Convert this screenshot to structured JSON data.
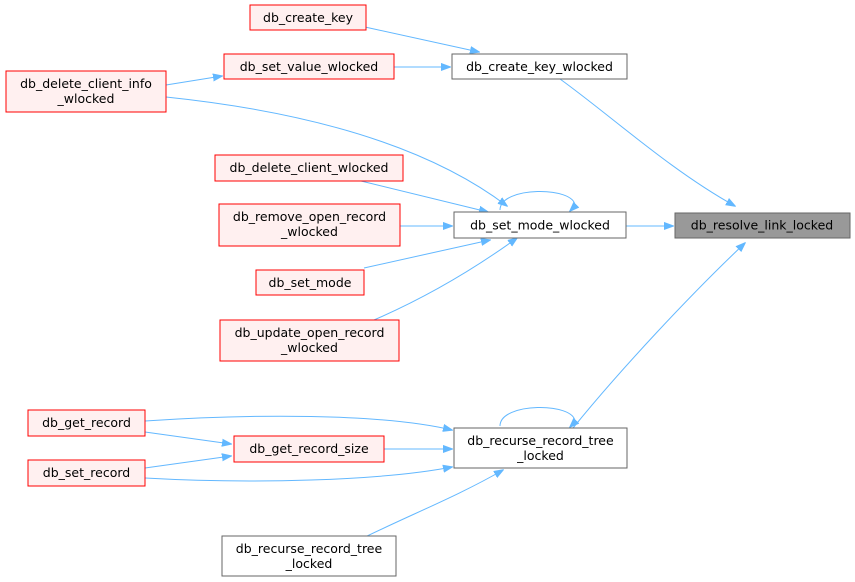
{
  "colors": {
    "edge": "#63b8ff",
    "caller_fill": "#fff0f0",
    "caller_stroke": "#ff0000",
    "plain_fill": "#ffffff",
    "plain_stroke": "#666666",
    "focus_fill": "#999999",
    "focus_stroke": "#666666"
  },
  "nodes": {
    "db_resolve_link_locked": {
      "lines": [
        "db_resolve_link_locked"
      ],
      "style": "focus"
    },
    "db_create_key_wlocked": {
      "lines": [
        "db_create_key_wlocked"
      ],
      "style": "plain"
    },
    "db_set_mode_wlocked": {
      "lines": [
        "db_set_mode_wlocked"
      ],
      "style": "plain"
    },
    "db_recurse_record_tree_locked_a": {
      "lines": [
        "db_recurse_record_tree",
        "_locked"
      ],
      "style": "plain"
    },
    "db_create_key": {
      "lines": [
        "db_create_key"
      ],
      "style": "caller"
    },
    "db_set_value_wlocked": {
      "lines": [
        "db_set_value_wlocked"
      ],
      "style": "caller"
    },
    "db_delete_client_info_wlocked": {
      "lines": [
        "db_delete_client_info",
        "_wlocked"
      ],
      "style": "caller"
    },
    "db_delete_client_wlocked": {
      "lines": [
        "db_delete_client_wlocked"
      ],
      "style": "caller"
    },
    "db_remove_open_record_wlocked": {
      "lines": [
        "db_remove_open_record",
        "_wlocked"
      ],
      "style": "caller"
    },
    "db_set_mode": {
      "lines": [
        "db_set_mode"
      ],
      "style": "caller"
    },
    "db_update_open_record_wlocked": {
      "lines": [
        "db_update_open_record",
        "_wlocked"
      ],
      "style": "caller"
    },
    "db_get_record": {
      "lines": [
        "db_get_record"
      ],
      "style": "caller"
    },
    "db_get_record_size": {
      "lines": [
        "db_get_record_size"
      ],
      "style": "caller"
    },
    "db_set_record": {
      "lines": [
        "db_set_record"
      ],
      "style": "caller"
    },
    "db_recurse_record_tree_locked_b": {
      "lines": [
        "db_recurse_record_tree",
        "_locked"
      ],
      "style": "plain"
    }
  },
  "edges": [
    {
      "from": "db_create_key_wlocked",
      "to": "db_resolve_link_locked"
    },
    {
      "from": "db_set_mode_wlocked",
      "to": "db_resolve_link_locked"
    },
    {
      "from": "db_recurse_record_tree_locked_a",
      "to": "db_resolve_link_locked"
    },
    {
      "from": "db_create_key",
      "to": "db_create_key_wlocked"
    },
    {
      "from": "db_set_value_wlocked",
      "to": "db_create_key_wlocked"
    },
    {
      "from": "db_delete_client_info_wlocked",
      "to": "db_set_value_wlocked"
    },
    {
      "from": "db_delete_client_info_wlocked",
      "to": "db_set_mode_wlocked"
    },
    {
      "from": "db_set_mode_wlocked",
      "to": "db_set_mode_wlocked"
    },
    {
      "from": "db_delete_client_wlocked",
      "to": "db_set_mode_wlocked"
    },
    {
      "from": "db_remove_open_record_wlocked",
      "to": "db_set_mode_wlocked"
    },
    {
      "from": "db_set_mode",
      "to": "db_set_mode_wlocked"
    },
    {
      "from": "db_update_open_record_wlocked",
      "to": "db_set_mode_wlocked"
    },
    {
      "from": "db_recurse_record_tree_locked_a",
      "to": "db_recurse_record_tree_locked_a"
    },
    {
      "from": "db_get_record",
      "to": "db_recurse_record_tree_locked_a"
    },
    {
      "from": "db_get_record",
      "to": "db_get_record_size"
    },
    {
      "from": "db_get_record_size",
      "to": "db_recurse_record_tree_locked_a"
    },
    {
      "from": "db_set_record",
      "to": "db_get_record_size"
    },
    {
      "from": "db_set_record",
      "to": "db_recurse_record_tree_locked_a"
    },
    {
      "from": "db_recurse_record_tree_locked_b",
      "to": "db_recurse_record_tree_locked_a"
    }
  ]
}
